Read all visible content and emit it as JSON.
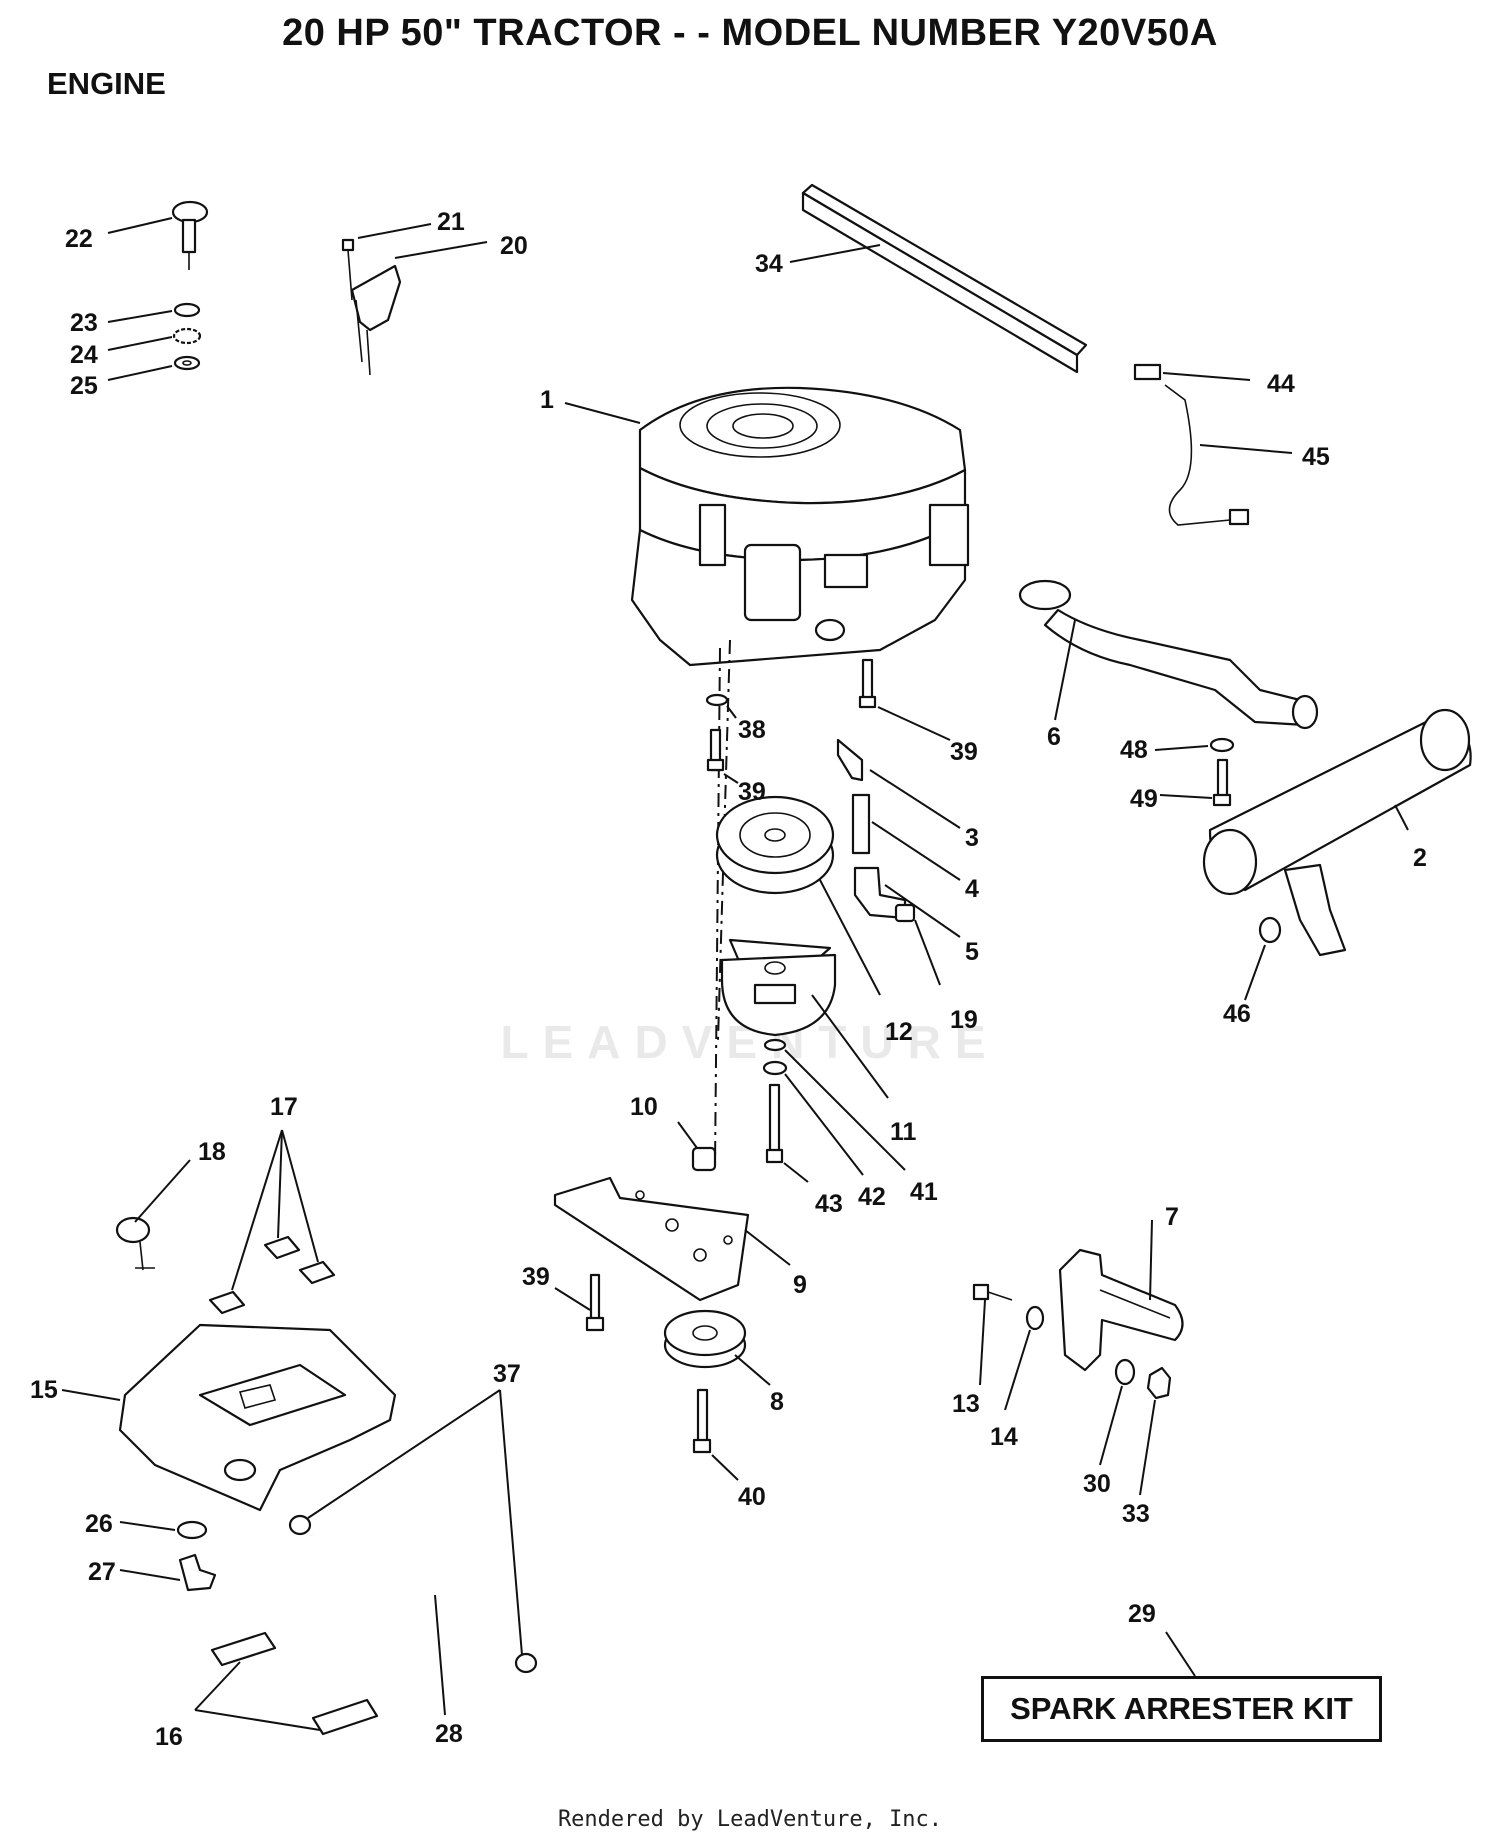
{
  "header": {
    "title": "20 HP 50\" TRACTOR - - MODEL NUMBER Y20V50A",
    "section": "ENGINE"
  },
  "watermark": "LEADVENTURE",
  "kit_label": "SPARK ARRESTER KIT",
  "footer": "Rendered by LeadVenture, Inc.",
  "callouts": {
    "c1": "1",
    "c2": "2",
    "c3": "3",
    "c4": "4",
    "c5": "5",
    "c6": "6",
    "c7": "7",
    "c8": "8",
    "c9": "9",
    "c10": "10",
    "c11": "11",
    "c12": "12",
    "c13": "13",
    "c14": "14",
    "c15": "15",
    "c16": "16",
    "c17": "17",
    "c18": "18",
    "c19": "19",
    "c20": "20",
    "c21": "21",
    "c22": "22",
    "c23": "23",
    "c24": "24",
    "c25": "25",
    "c26": "26",
    "c27": "27",
    "c28": "28",
    "c29": "29",
    "c30": "30",
    "c33": "33",
    "c34": "34",
    "c37": "37",
    "c38": "38",
    "c39a": "39",
    "c39b": "39",
    "c39c": "39",
    "c40": "40",
    "c41": "41",
    "c42": "42",
    "c43": "43",
    "c44": "44",
    "c45": "45",
    "c46": "46",
    "c48": "48",
    "c49": "49"
  }
}
